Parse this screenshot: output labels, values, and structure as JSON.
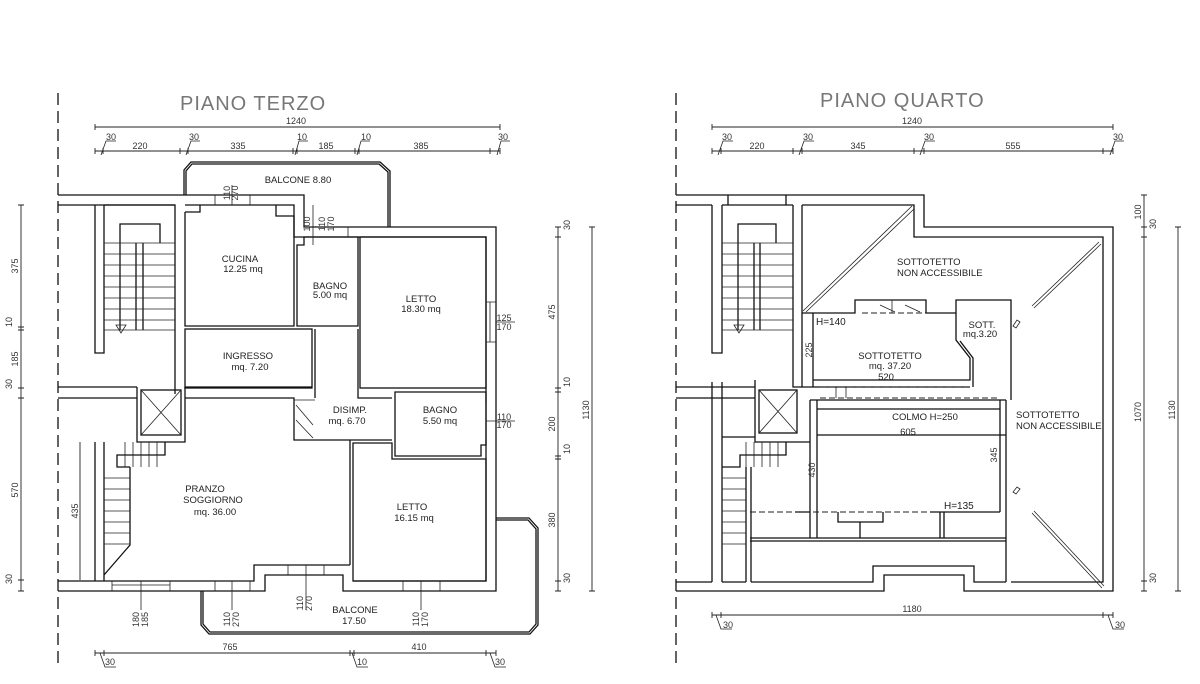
{
  "terzo": {
    "title": "PIANO TERZO",
    "dim_total": "1240",
    "dims_top": [
      "30",
      "220",
      "30",
      "335",
      "10",
      "185",
      "10",
      "385",
      "30"
    ],
    "dims_left": [
      "375",
      "10",
      "185",
      "30",
      "570",
      "30"
    ],
    "dims_right": [
      "30",
      "475",
      "10",
      "200",
      "10",
      "380",
      "30"
    ],
    "dim_right_total": "1130",
    "dims_bottom": [
      "30",
      "765",
      "10",
      "410",
      "30"
    ],
    "dim_stair": "435",
    "rooms": {
      "cucina": {
        "name": "CUCINA",
        "area": "12.25  mq"
      },
      "bagno1": {
        "name": "BAGNO",
        "area": "5.00  mq"
      },
      "letto1": {
        "name": "LETTO",
        "area": "18.30  mq"
      },
      "ingresso": {
        "name": "INGRESSO",
        "area": "mq.  7.20"
      },
      "disimp": {
        "name": "DISIMP.",
        "area": "mq.  6.70"
      },
      "bagno2": {
        "name": "BAGNO",
        "area": "5.50  mq"
      },
      "pranzo": {
        "name1": "PRANZO",
        "name2": "SOGGIORNO",
        "area": "mq.  36.00"
      },
      "letto2": {
        "name": "LETTO",
        "area": "16.15  mq"
      },
      "balcone_top": {
        "name": "BALCONE  8.80"
      },
      "balcone_bottom": {
        "name": "BALCONE",
        "area": "17.50"
      }
    },
    "openings": {
      "cucina": [
        "110",
        "270"
      ],
      "bagno1_height": "100",
      "bagno1": [
        "110",
        "170"
      ],
      "letto1": [
        "125",
        "170"
      ],
      "bagno2": [
        "110",
        "170"
      ],
      "pranzo_left": [
        "180",
        "185"
      ],
      "pranzo_right": [
        "110",
        "270"
      ],
      "balcone_door": [
        "110",
        "270"
      ],
      "letto2": [
        "110",
        "170"
      ]
    }
  },
  "quarto": {
    "title": "PIANO QUARTO",
    "dim_total": "1240",
    "dims_top": [
      "30",
      "220",
      "30",
      "345",
      "30",
      "555",
      "30"
    ],
    "dims_right": [
      "100",
      "30",
      "1070",
      "30"
    ],
    "dim_right_total": "1130",
    "dims_bottom": [
      "1180",
      "30",
      "30"
    ],
    "areas": {
      "sottotetto_na_top": {
        "line1": "SOTTOTETTO",
        "line2": "NON  ACCESSIBILE"
      },
      "sottotetto_na_right": {
        "line1": "SOTTOTETTO",
        "line2": "NON  ACCESSIBILE"
      },
      "sottotetto": {
        "name": "SOTTOTETTO",
        "area": "mq.  37.20",
        "width": "520",
        "height_note": "H=140",
        "depth": "225"
      },
      "sott": {
        "name": "SOTT.",
        "area": "mq.3.20"
      },
      "colmo": {
        "name": "COLMO  H=250",
        "width": "605",
        "left_dim": "430",
        "right_dim": "345",
        "height_note": "H=135"
      }
    }
  }
}
